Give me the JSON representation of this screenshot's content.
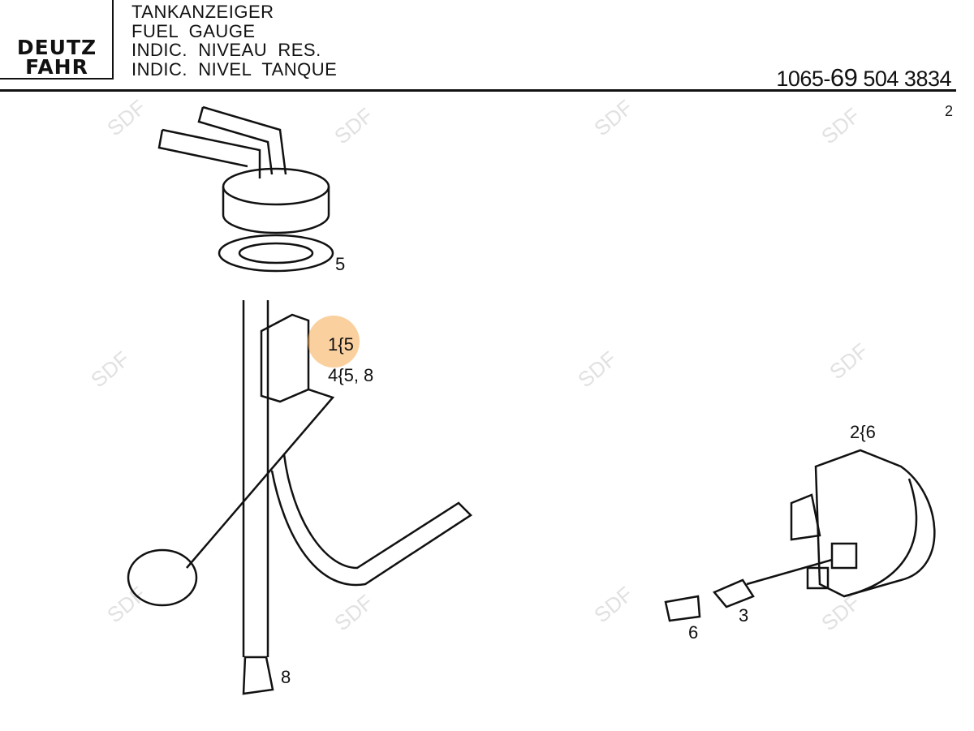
{
  "logo": {
    "line1": "DEUTZ",
    "line2": "FAHR"
  },
  "titles": [
    "TANKANZEIGER",
    "FUEL  GAUGE",
    "INDIC.  NIVEAU  RES.",
    "INDIC.  NIVEL  TANQUE"
  ],
  "part_number": {
    "prefix": "1065-",
    "group": "69",
    "number": " 504 3834"
  },
  "page": "2",
  "callouts": {
    "c5": "5",
    "c1": "1{5",
    "c4": "4{5, 8",
    "c8": "8",
    "c2": "2{6",
    "c3": "3",
    "c6": "6"
  },
  "watermark": "SDF",
  "highlight_color": "#f5aa50"
}
